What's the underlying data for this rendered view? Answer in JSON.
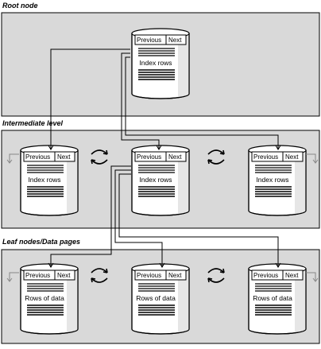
{
  "levels": {
    "root": {
      "title": "Root node"
    },
    "inter": {
      "title": "Intermediate level"
    },
    "leaf": {
      "title": "Leaf nodes/Data pages"
    }
  },
  "buttons": {
    "previous": "Previous",
    "next": "Next"
  },
  "labels": {
    "index_rows": "Index rows",
    "rows_of_data": "Rows of data"
  },
  "colors": {
    "panel_fill": "#d9d9d9",
    "cylinder_fill": "#ffffff",
    "cylinder_shade": "#e6e6e6",
    "stroke": "#000000",
    "arrow_gray": "#888888"
  }
}
